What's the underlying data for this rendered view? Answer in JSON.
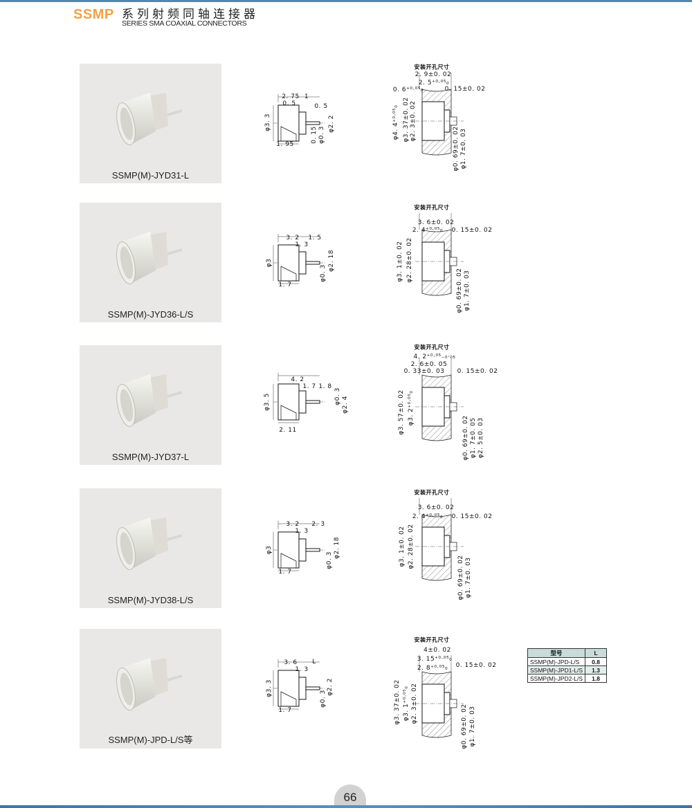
{
  "header": {
    "brand": "SSMP",
    "title_cn": "系列射频同轴连接器",
    "title_en": "SERIES SMA  COAXIAL CONNECTORS"
  },
  "mount_title": "安装开孔尺寸",
  "products": [
    {
      "name": "SSMP(M)-JYD31-L",
      "dims": [
        "2. 75",
        "1",
        "0. 5",
        "0. 5",
        "φ3. 3",
        "φ2. 2",
        "0. 15",
        "φ0. 3",
        "1. 95"
      ],
      "mount": [
        "2. 9±0. 02",
        "2. 5⁺⁰·⁰⁵₀",
        "0. 6⁺⁰·⁰⁵₀",
        "0. 15±0. 02",
        "φ4. 4⁺⁰·⁰⁵₀",
        "φ3. 37±0. 02",
        "φ2. 3±0. 02",
        "φ0. 69±0. 02",
        "φ1. 7±0. 03"
      ]
    },
    {
      "name": "SSMP(M)-JYD36-L/S",
      "dims": [
        "3. 2",
        "1. 5",
        "1. 3",
        "φ3",
        "φ2. 18",
        "φ0. 3",
        "1. 7"
      ],
      "mount": [
        "3. 6±0. 02",
        "2. 4⁺⁰·⁰⁵₀",
        "0. 15±0. 02",
        "φ3. 1±0. 02",
        "φ2. 28±0. 02",
        "φ0. 69±0. 02",
        "φ1. 7±0. 03"
      ]
    },
    {
      "name": "SSMP(M)-JYD37-L",
      "dims": [
        "4. 2",
        "1. 7",
        "1. 8",
        "φ3. 5",
        "φ0. 3",
        "φ2. 4",
        "2. 11"
      ],
      "mount": [
        "4. 2⁺⁰·⁰⁵₋₀·₀₅",
        "2. 6±0. 05",
        "0. 33±0. 03",
        "0. 15±0. 02",
        "φ3. 57±0. 02",
        "φ3. 2⁺⁰·⁰⁵₀",
        "φ0. 69±0. 02",
        "φ1. 7±0. 05",
        "φ2. 5±0. 03"
      ]
    },
    {
      "name": "SSMP(M)-JYD38-L/S",
      "dims": [
        "3. 2",
        "2. 3",
        "1. 3",
        "φ3",
        "φ2. 18",
        "φ0. 3",
        "1. 7"
      ],
      "mount": [
        "3. 6±0. 02",
        "2. 4⁺⁰·⁰⁵₀",
        "0. 15±0. 02",
        "φ3. 1±0. 02",
        "φ2. 28±0. 02",
        "φ0. 69±0. 02",
        "φ1. 7±0. 03"
      ]
    },
    {
      "name": "SSMP(M)-JPD-L/S等",
      "dims": [
        "3. 6",
        "L",
        "1. 3",
        "φ3. 3",
        "φ2. 2",
        "φ0. 3",
        "1. 7"
      ],
      "mount": [
        "4±0. 02",
        "3. 15⁺⁰·⁰⁵₀",
        "2. 8⁺⁰·⁰⁵₀",
        "0. 15±0. 02",
        "φ3. 37±0. 02",
        "φ3. 1⁺⁰·⁰⁵₀",
        "φ2. 3±0. 02",
        "φ0. 69±0. 02",
        "φ1. 7±0. 03"
      ]
    }
  ],
  "model_table": {
    "headers": [
      "型号",
      "L"
    ],
    "rows": [
      [
        "SSMP(M)-JPD-L/S",
        "0.8"
      ],
      [
        "SSMP(M)-JPD1-L/S",
        "1.3"
      ],
      [
        "SSMP(M)-JPD2-L/S",
        "1.8"
      ]
    ]
  },
  "page_number": "66"
}
